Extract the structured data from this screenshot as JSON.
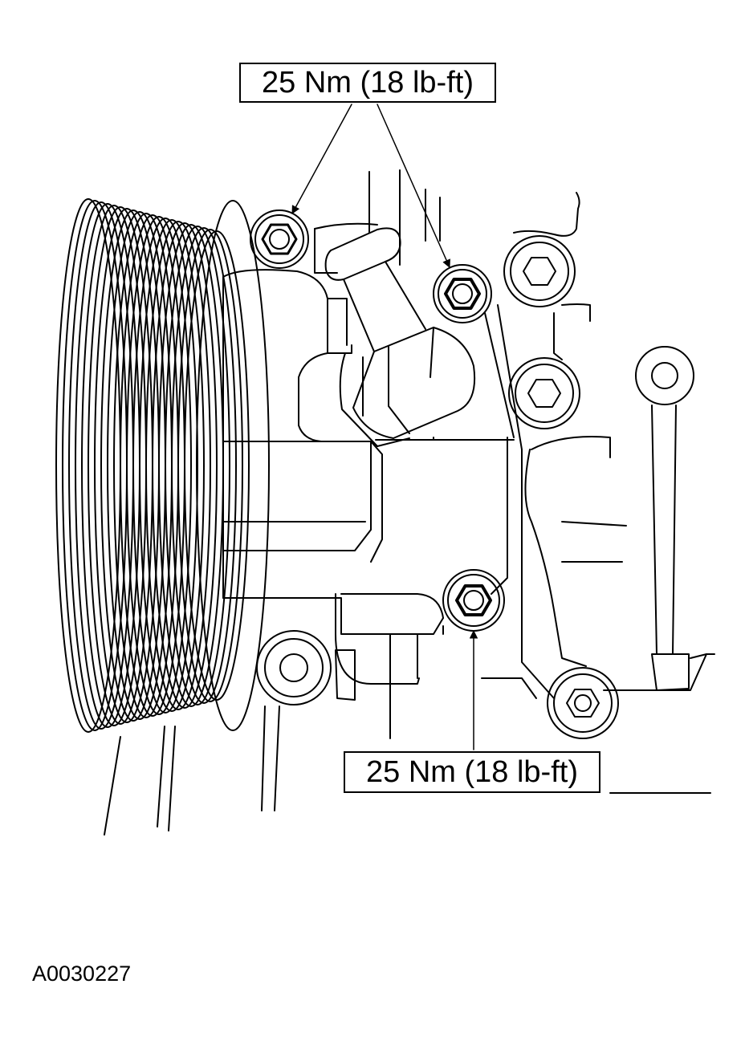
{
  "callouts": {
    "top_torque": "25 Nm (18 lb-ft)",
    "bottom_torque": "25 Nm (18 lb-ft)"
  },
  "figure_id": "A0030227",
  "colors": {
    "line": "#000000",
    "background": "#ffffff"
  }
}
